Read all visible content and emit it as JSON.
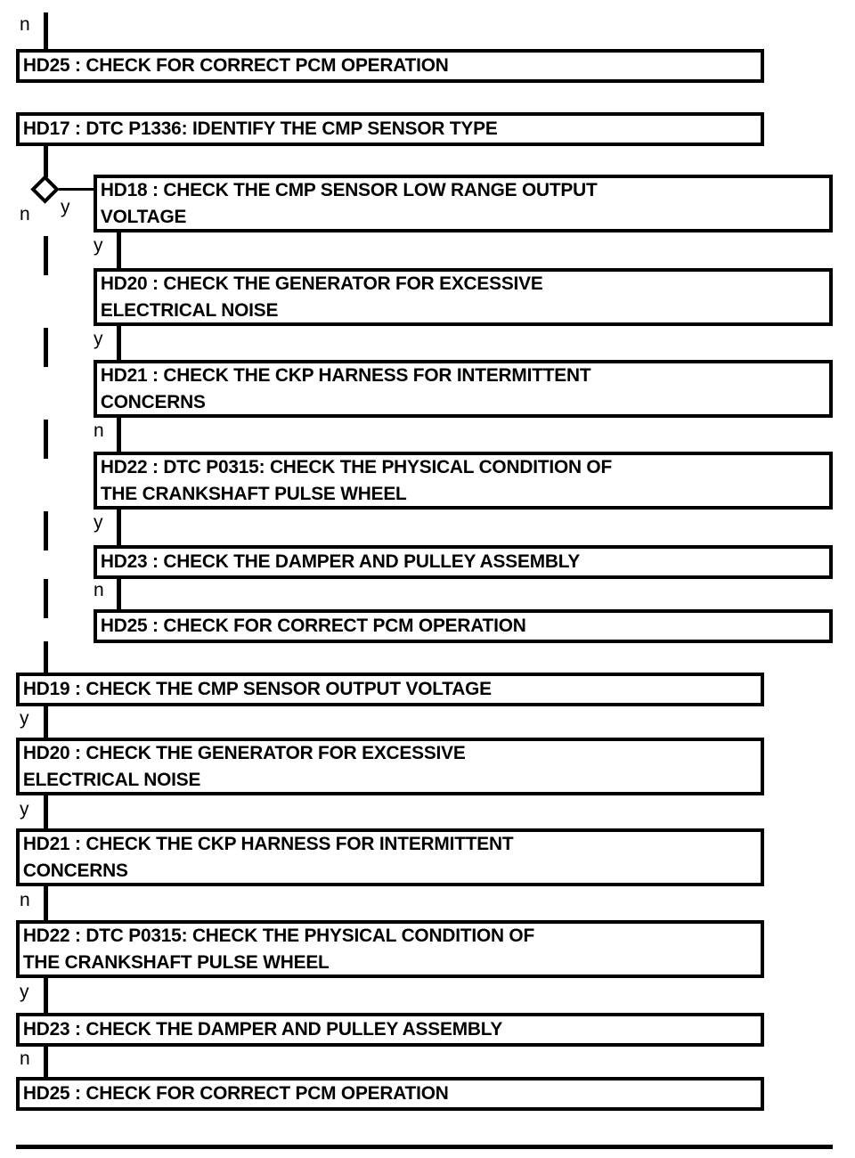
{
  "diagram": {
    "title": "Diagnostic flowchart HD17 CMP sensor branch",
    "type": "flowchart",
    "nodes": [
      {
        "id": "n1",
        "label": "HD25 : CHECK FOR CORRECT PCM OPERATION"
      },
      {
        "id": "n2",
        "label": "HD17 : DTC P1336: IDENTIFY THE CMP SENSOR TYPE"
      },
      {
        "id": "n3",
        "label": "HD18 : CHECK THE CMP SENSOR LOW RANGE OUTPUT\nVOLTAGE"
      },
      {
        "id": "n4",
        "label": "HD20 : CHECK THE GENERATOR FOR EXCESSIVE\nELECTRICAL NOISE"
      },
      {
        "id": "n5",
        "label": "HD21 : CHECK THE CKP HARNESS FOR INTERMITTENT\nCONCERNS"
      },
      {
        "id": "n6",
        "label": "HD22 : DTC P0315: CHECK THE PHYSICAL CONDITION OF\nTHE CRANKSHAFT PULSE WHEEL"
      },
      {
        "id": "n7",
        "label": "HD23 : CHECK THE DAMPER AND PULLEY ASSEMBLY"
      },
      {
        "id": "n8",
        "label": "HD25 : CHECK FOR CORRECT PCM OPERATION"
      },
      {
        "id": "n9",
        "label": "HD19 : CHECK THE CMP SENSOR OUTPUT VOLTAGE"
      },
      {
        "id": "n10",
        "label": "HD20 : CHECK THE GENERATOR FOR EXCESSIVE\nELECTRICAL NOISE"
      },
      {
        "id": "n11",
        "label": "HD21 : CHECK THE CKP HARNESS FOR INTERMITTENT\nCONCERNS"
      },
      {
        "id": "n12",
        "label": "HD22 : DTC P0315: CHECK THE PHYSICAL CONDITION OF\nTHE CRANKSHAFT PULSE WHEEL"
      },
      {
        "id": "n13",
        "label": "HD23 : CHECK THE DAMPER AND PULLEY ASSEMBLY"
      },
      {
        "id": "n14",
        "label": "HD25 : CHECK FOR CORRECT PCM OPERATION"
      }
    ],
    "edge_labels": {
      "top_incoming": "n",
      "decision_no": "n",
      "decision_yes": "y",
      "e_hd18_hd20": "y",
      "e_hd20_hd21": "y",
      "e_hd21_hd22": "n",
      "e_hd22_hd23": "y",
      "e_hd23_hd25": "n",
      "e_hd19_hd20": "y",
      "e_hd20b_hd21": "y",
      "e_hd21b_hd22": "n",
      "e_hd22b_hd23": "y",
      "e_hd23b_hd25": "n"
    },
    "decision": {
      "name": "cmp-sensor-type-decision"
    },
    "colors": {
      "stroke": "#000000",
      "fill": "#ffffff",
      "text": "#000000"
    }
  }
}
